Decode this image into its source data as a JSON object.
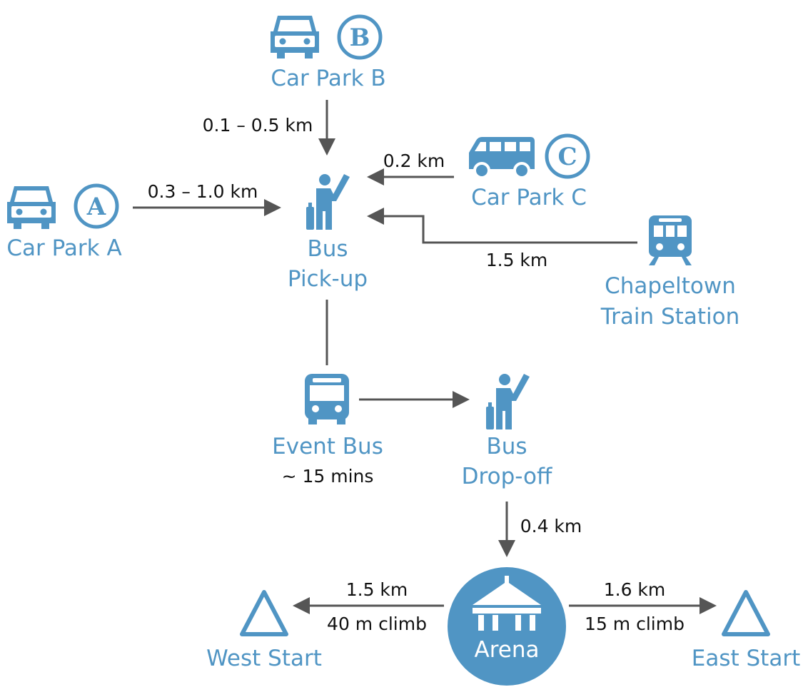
{
  "colors": {
    "accent": "#5095c4",
    "arrow": "#555555",
    "text": "#111111",
    "background": "#ffffff"
  },
  "nodes": {
    "car_park_a": {
      "label": "Car Park A",
      "badge": "A",
      "icon": "car-icon"
    },
    "car_park_b": {
      "label": "Car Park B",
      "badge": "B",
      "icon": "car-icon"
    },
    "car_park_c": {
      "label": "Car Park C",
      "badge": "C",
      "icon": "minibus-icon"
    },
    "bus_pickup": {
      "label_line1": "Bus",
      "label_line2": "Pick-up",
      "icon": "person-hailing-icon"
    },
    "train_station": {
      "label_line1": "Chapeltown",
      "label_line2": "Train Station",
      "icon": "train-icon"
    },
    "event_bus": {
      "label": "Event Bus",
      "note": "~ 15 mins",
      "icon": "bus-icon"
    },
    "bus_dropoff": {
      "label_line1": "Bus",
      "label_line2": "Drop-off",
      "icon": "person-hailing-icon"
    },
    "arena": {
      "label": "Arena",
      "icon": "tent-icon"
    },
    "west_start": {
      "label": "West Start",
      "icon": "triangle-icon"
    },
    "east_start": {
      "label": "East Start",
      "icon": "triangle-icon"
    }
  },
  "edges": {
    "b_to_pickup": "0.1 – 0.5 km",
    "a_to_pickup": "0.3 – 1.0 km",
    "c_to_pickup": "0.2 km",
    "train_to_pickup": "1.5 km",
    "dropoff_to_arena": "0.4 km",
    "arena_to_west": {
      "distance": "1.5 km",
      "climb": "40 m climb"
    },
    "arena_to_east": {
      "distance": "1.6 km",
      "climb": "15 m climb"
    }
  }
}
